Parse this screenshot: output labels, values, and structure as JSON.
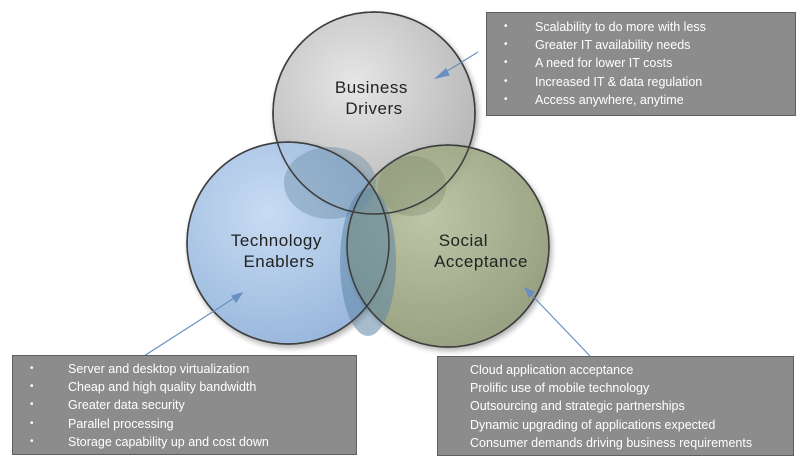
{
  "diagram": {
    "circles": [
      {
        "id": "business",
        "label_lines": [
          "Business",
          "Drivers"
        ],
        "fill": "#c8c8c8"
      },
      {
        "id": "technology",
        "label_lines": [
          "Technology",
          "Enablers"
        ],
        "fill": "#a9c6e8"
      },
      {
        "id": "social",
        "label_lines": [
          "Social",
          "Acceptance"
        ],
        "fill": "#a4ad8a"
      }
    ],
    "overlap_color": "#6e90a8",
    "arrow_color": "#6a8fc0"
  },
  "business_box": {
    "items": [
      "Scalability to do more with less",
      "Greater IT availability needs",
      "A need for lower IT costs",
      "Increased IT & data regulation",
      "Access anywhere, anytime"
    ]
  },
  "technology_box": {
    "items": [
      "Server and desktop virtualization",
      "Cheap and high quality bandwidth",
      "Greater data security",
      "Parallel processing",
      "Storage capability up and cost down"
    ]
  },
  "social_box": {
    "items": [
      "Cloud application acceptance",
      "Prolific use of mobile technology",
      "Outsourcing and strategic partnerships",
      "Dynamic upgrading of applications expected",
      "Consumer demands driving business requirements"
    ]
  }
}
